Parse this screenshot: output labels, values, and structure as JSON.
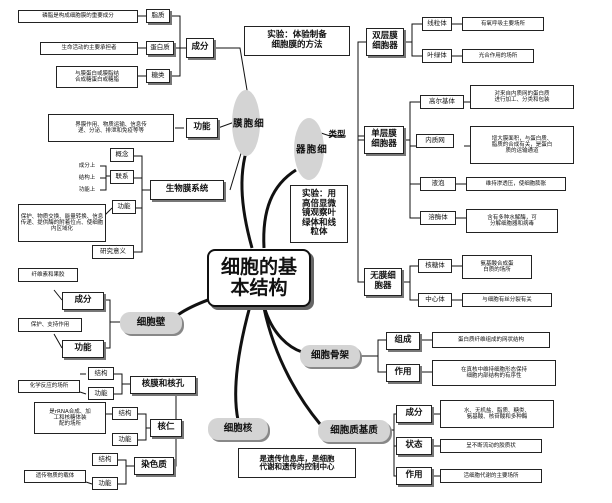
{
  "center": "细胞的基\n本结构",
  "membrane": {
    "label": "细\n胞\n膜",
    "experiment": "实验：体验制备\n细胞膜的方法",
    "composition": {
      "label": "成分",
      "items": [
        {
          "name": "脂质",
          "desc": "磷脂是构成细胞膜的重要成分"
        },
        {
          "name": "蛋白质",
          "desc": "生命活动的主要承担者"
        },
        {
          "name": "糖类",
          "desc": "与膜蛋白或膜脂结\n合成糖蛋白或糖脂"
        }
      ]
    },
    "function": {
      "label": "功能",
      "desc": "界膜作用、物质运输、信息传\n递、分泌、排泄和免疫等等"
    },
    "system": {
      "label": "生物膜系统",
      "concept": "概念",
      "contact": "联系",
      "contact_items": [
        "成分上",
        "结构上",
        "功能上"
      ],
      "function": "功能",
      "function_desc": "保护、物质交换、能量转换、信息传递、提供酶的附着位点、使细胞内区域化",
      "significance": "研究意义"
    }
  },
  "organelle": {
    "label": "细\n胞\n器",
    "type": "类型",
    "experiment": "实验：用\n高倍显微\n镜观察叶\n绿体和线\n粒体",
    "double": {
      "label": "双层膜\n细胞器",
      "items": [
        {
          "name": "线粒体",
          "desc": "有氧呼吸主要场所"
        },
        {
          "name": "叶绿体",
          "desc": "光合作用的场所"
        }
      ]
    },
    "single": {
      "label": "单层膜\n细胞器",
      "items": [
        {
          "name": "高尔基体",
          "desc": "对来自内质网的蛋白质\n进行加工、分类和包装"
        },
        {
          "name": "内质网",
          "desc": "增大膜面积，与蛋白质、\n脂质的合成有关，是蛋白\n质的运输通道"
        },
        {
          "name": "液泡",
          "desc": "维持渗透压，使细胞膨胀"
        },
        {
          "name": "溶酶体",
          "desc": "含有多种水解酶，可\n分解细胞器和病毒"
        }
      ]
    },
    "none": {
      "label": "无膜细\n胞器",
      "items": [
        {
          "name": "核糖体",
          "desc": "氨基酸合成蛋\n白质的场所"
        },
        {
          "name": "中心体",
          "desc": "与细胞有丝分裂有关"
        }
      ]
    }
  },
  "wall": {
    "label": "细胞壁",
    "composition": {
      "label": "成分",
      "desc": "纤维素和果胶"
    },
    "function": {
      "label": "功能",
      "desc": "保护、支持作用"
    }
  },
  "skeleton": {
    "label": "细胞骨架",
    "composition": {
      "label": "组成",
      "desc": "蛋白质纤维组成的网状结构"
    },
    "function": {
      "label": "作用",
      "desc": "在真核中维持细胞形态保持\n细胞内部结构的有序性"
    }
  },
  "matrix": {
    "label": "细胞质基质",
    "composition": {
      "label": "成分",
      "desc": "水、无机盐、脂质、糖类、\n氨基酸、核苷酸和多种酶"
    },
    "state": {
      "label": "状态",
      "desc": "呈不断流动的胶质状"
    },
    "function": {
      "label": "作用",
      "desc": "活细胞代谢的主要场所"
    }
  },
  "nucleus": {
    "label": "细胞核",
    "desc": "是遗传信息库，是细胞\n代谢和遗传的控制中心",
    "envelope": {
      "label": "核膜和核孔",
      "structure": "结构",
      "function": "功能",
      "function_desc": "化学反应的场所"
    },
    "nucleolus": {
      "label": "核仁",
      "structure": "结构",
      "function": "功能",
      "function_desc": "是rRNA合成、加\n工和核糖体装\n配的场所"
    },
    "chromatin": {
      "label": "染色质",
      "structure": "结构",
      "function": "功能",
      "function_desc": "遗传物质的载体"
    }
  }
}
